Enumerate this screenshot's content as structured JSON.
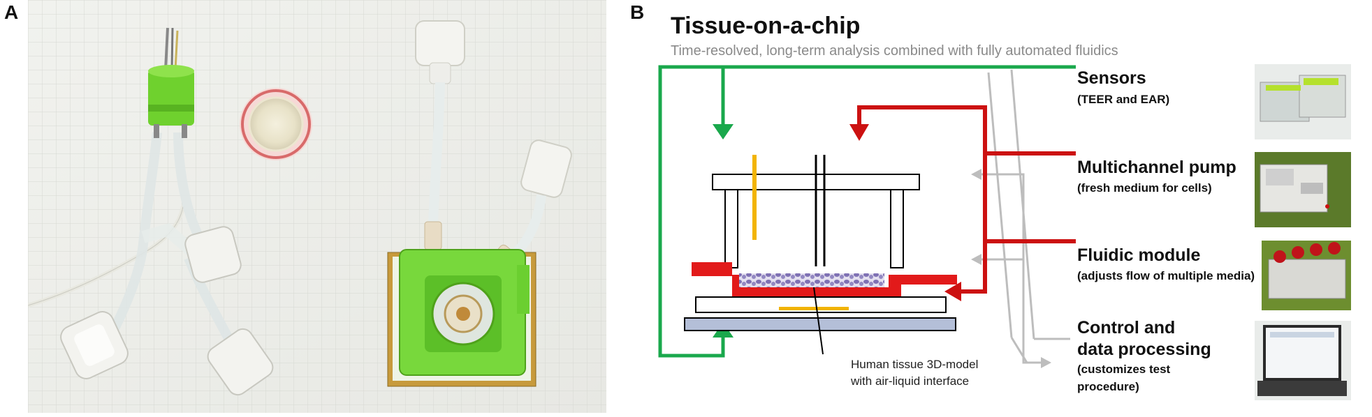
{
  "panels": {
    "a_letter": "A",
    "b_letter": "B"
  },
  "diagram": {
    "title": "Tissue-on-a-chip",
    "subtitle": "Time-resolved, long-term analysis combined with fully automated fluidics",
    "tissue_caption_line1": "Human tissue 3D-model",
    "tissue_caption_line2": "with air-liquid interface",
    "components": [
      {
        "heading": "Sensors",
        "detail": "(TEER and EAR)"
      },
      {
        "heading": "Multichannel pump",
        "detail": "(fresh medium for cells)"
      },
      {
        "heading": "Fluidic module",
        "detail": "(adjusts flow of multiple media)"
      },
      {
        "heading_line1": "Control and",
        "heading_line2": "data processing",
        "detail_line1": "(customizes test",
        "detail_line2": "procedure)"
      }
    ],
    "colors": {
      "sensor_line": "#1aa84c",
      "fluid_line": "#cc1111",
      "control_line": "#bdbdbd",
      "electrode": "#f2b400",
      "tissue": "#8878b8",
      "base": "#b4bfd8"
    }
  }
}
